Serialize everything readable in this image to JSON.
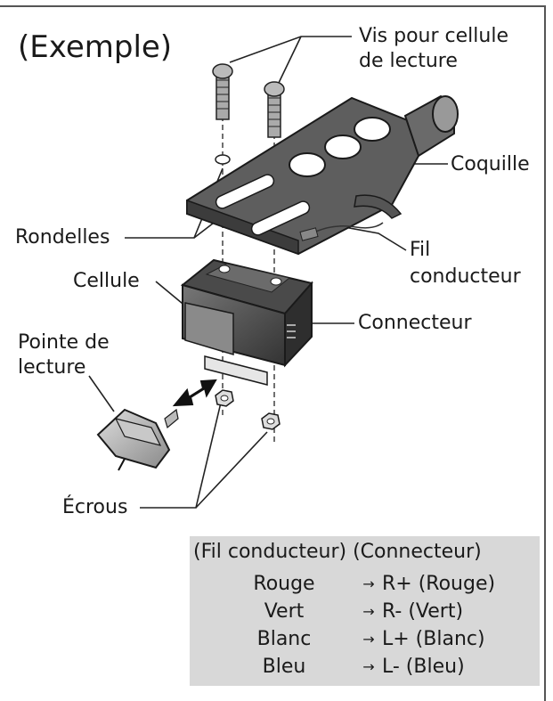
{
  "title": "(Exemple)",
  "labels": {
    "vis": [
      "Vis pour cellule",
      "de lecture"
    ],
    "coquille": "Coquille",
    "rondelles": "Rondelles",
    "fil": [
      "Fil",
      "conducteur"
    ],
    "cellule": "Cellule",
    "connecteur": "Connecteur",
    "pointe": [
      "Pointe de",
      "lecture"
    ],
    "ecrous": "Écrous"
  },
  "table": {
    "header": "(Fil conducteur) (Connecteur)",
    "arrow": "→",
    "rows": [
      {
        "wire": "Rouge",
        "connector": "R+ (Rouge)"
      },
      {
        "wire": "Vert",
        "connector": "R- (Vert)"
      },
      {
        "wire": "Blanc",
        "connector": "L+ (Blanc)"
      },
      {
        "wire": "Bleu",
        "connector": "L- (Bleu)"
      }
    ]
  }
}
